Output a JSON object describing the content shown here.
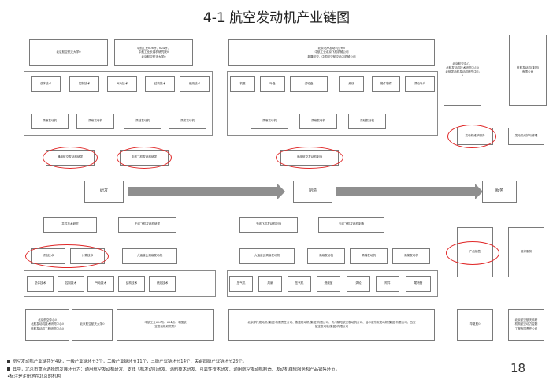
{
  "title": "4-1 航空发动机产业链图",
  "diagram": {
    "hubs": {
      "rd": "研发",
      "manufacturing": "制造",
      "service": "服务"
    },
    "top_row": {
      "enterprise_1": "北京航空航天大学0",
      "enterprise_2": "中航工业606所、624所、\n中航工业长春机研究院0\n北京航空航天大学0",
      "enterprise_3": "北京北摩发动机公司0\n中航工业北京飞机机械公司\n新疆航空、中国航空航空动力机械公司",
      "enterprise_4": "北京航空中心、\n北航发动机技术研究中心0\n北航发动机发动机研究中心0",
      "enterprise_5": "航航发动机(集团)\n有限公司"
    },
    "second_row": {
      "materials": [
        "总体技术",
        "控制技术",
        "气动技术",
        "结构技术",
        "燃烧技术"
      ],
      "components": [
        "机匣",
        "叶盘",
        "涡轮盘",
        "燃烧",
        "锻件制件",
        "涡轮叶片"
      ]
    },
    "third_row": {
      "rd_types": [
        "涡喷发动机",
        "涡扇发动机",
        "涡轴发动机",
        "涡桨发动机"
      ],
      "mfg_types": [
        "涡喷发动机",
        "涡扇发动机",
        "涡轴发动机"
      ],
      "service_items": [
        "发动机维护服务",
        "发动机维护与修理"
      ]
    },
    "fourth_row": {
      "rd_items": [
        "通用航空发动机研发",
        "支线飞机发动机研发"
      ],
      "mfg_items": [
        "通用航空发动机制造"
      ]
    },
    "lower_rows": {
      "rd_level1": [
        "共性技术研究",
        "干线飞机发动机研发"
      ],
      "rd_level2": [
        "试验技术",
        "计算技术",
        "大涵道比涡扇发动机"
      ],
      "rd_level3": [
        "总体技术",
        "控制技术",
        "气动技术",
        "结构技术",
        "燃烧技术"
      ],
      "mfg_level1": [
        "干线飞机发动机制造",
        "支线飞机发动机制造"
      ],
      "mfg_level2": [
        "大涵道比涡扇发动机",
        "涡扇发动机",
        "涡轴发动机",
        "涡桨发动机"
      ],
      "mfg_level3": [
        "压气机",
        "风扇",
        "压气机",
        "燃烧室",
        "涡轮",
        "附件",
        "尾喷管"
      ],
      "service_boxes": [
        "产品销售",
        "维修服务"
      ]
    },
    "bottom_row": {
      "enterprise_1": "北京航空中心0\n北航发动机技术研究中心0\n航航发动机工程研究中心0",
      "enterprise_2": "北京航空航天大学0",
      "enterprise_3": "中航工业606所、624所、中国航\n空发动机研究院0",
      "enterprise_4": "北京摩托发动机(集团)有限责任公司、燕盛发动机(集团)有限公司、贵州黎阳航空发动机公司、哈尔滨东安发动机(集团)有限公司、西安\n航空发动机(集团)有限公司",
      "enterprise_5": "华夏航0",
      "enterprise_6": "北京航空航天科研\n机构航空动力控制\n工程有限责任公司"
    }
  },
  "notes": {
    "line1": "航空发动机产业链共分4级，一级产业链环节3个，二级产业链环节11个，三级产业链环节14个，关键四级产业链环节23个。",
    "line2": "其中，北京市重点选择的发展环节为：通用航空发动机研发、支线飞机发动机研发、涡航技术研发、可靠性技术研发、通用航空发动机制造、发动机维修服务和产品销售环节。",
    "line3": "•标注是注册地在北京的机构"
  },
  "page_number": "18",
  "colors": {
    "highlight": "#e02828",
    "arrow": "#8f8f8f",
    "border": "#7a7a7a"
  }
}
